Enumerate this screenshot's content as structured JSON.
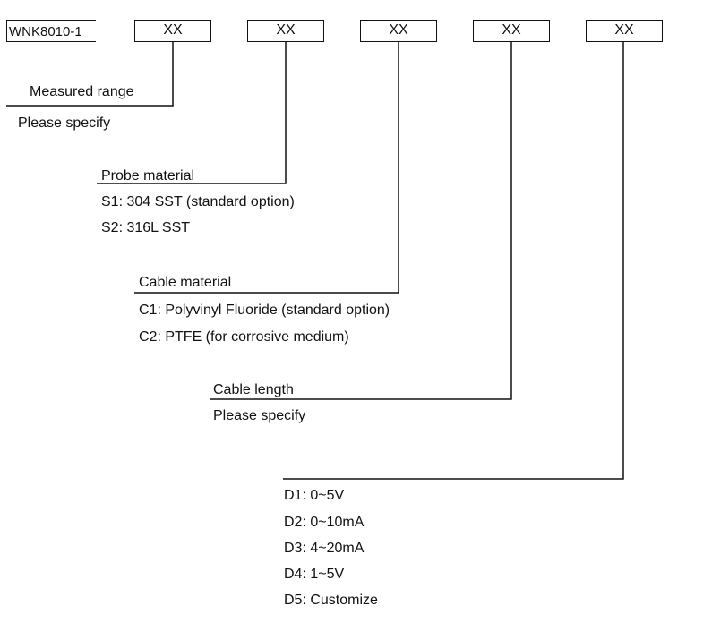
{
  "model": "WNK8010-1",
  "code_boxes": [
    "XX",
    "XX",
    "XX",
    "XX",
    "XX"
  ],
  "sections": [
    {
      "title": "Measured range",
      "options": [
        "Please specify"
      ]
    },
    {
      "title": "Probe material",
      "options": [
        "S1: 304 SST (standard option)",
        "S2: 316L SST"
      ]
    },
    {
      "title": "Cable material",
      "options": [
        "C1: Polyvinyl Fluoride (standard option)",
        "C2: PTFE (for corrosive medium)"
      ]
    },
    {
      "title": "Cable length",
      "options": [
        "Please specify"
      ]
    },
    {
      "title": "",
      "options": [
        "D1: 0~5V",
        "D2: 0~10mA",
        "D3: 4~20mA",
        "D4: 1~5V",
        "D5: Customize"
      ]
    }
  ]
}
